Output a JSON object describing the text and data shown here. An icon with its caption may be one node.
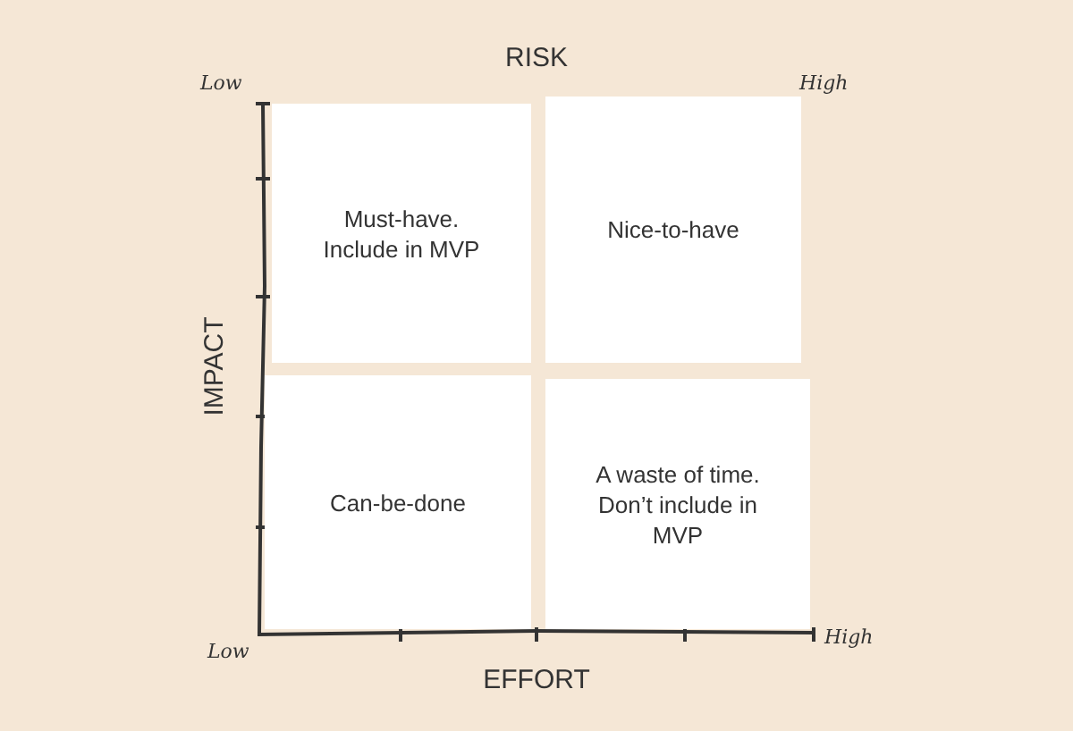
{
  "diagram": {
    "nodes": [
      {
        "text": [
          "Must-have. Include in MVP"
        ]
      },
      {
        "text": [
          "Nice-to-have"
        ]
      },
      {
        "text": [
          "Can-be-done"
        ]
      },
      {
        "text": [
          "A waste of time. Don’t include in MVP"
        ]
      }
    ],
    "labels": [
      "RISK",
      "Low",
      "High",
      "IMPACT",
      "Low",
      "High",
      "EFFORT"
    ]
  }
}
